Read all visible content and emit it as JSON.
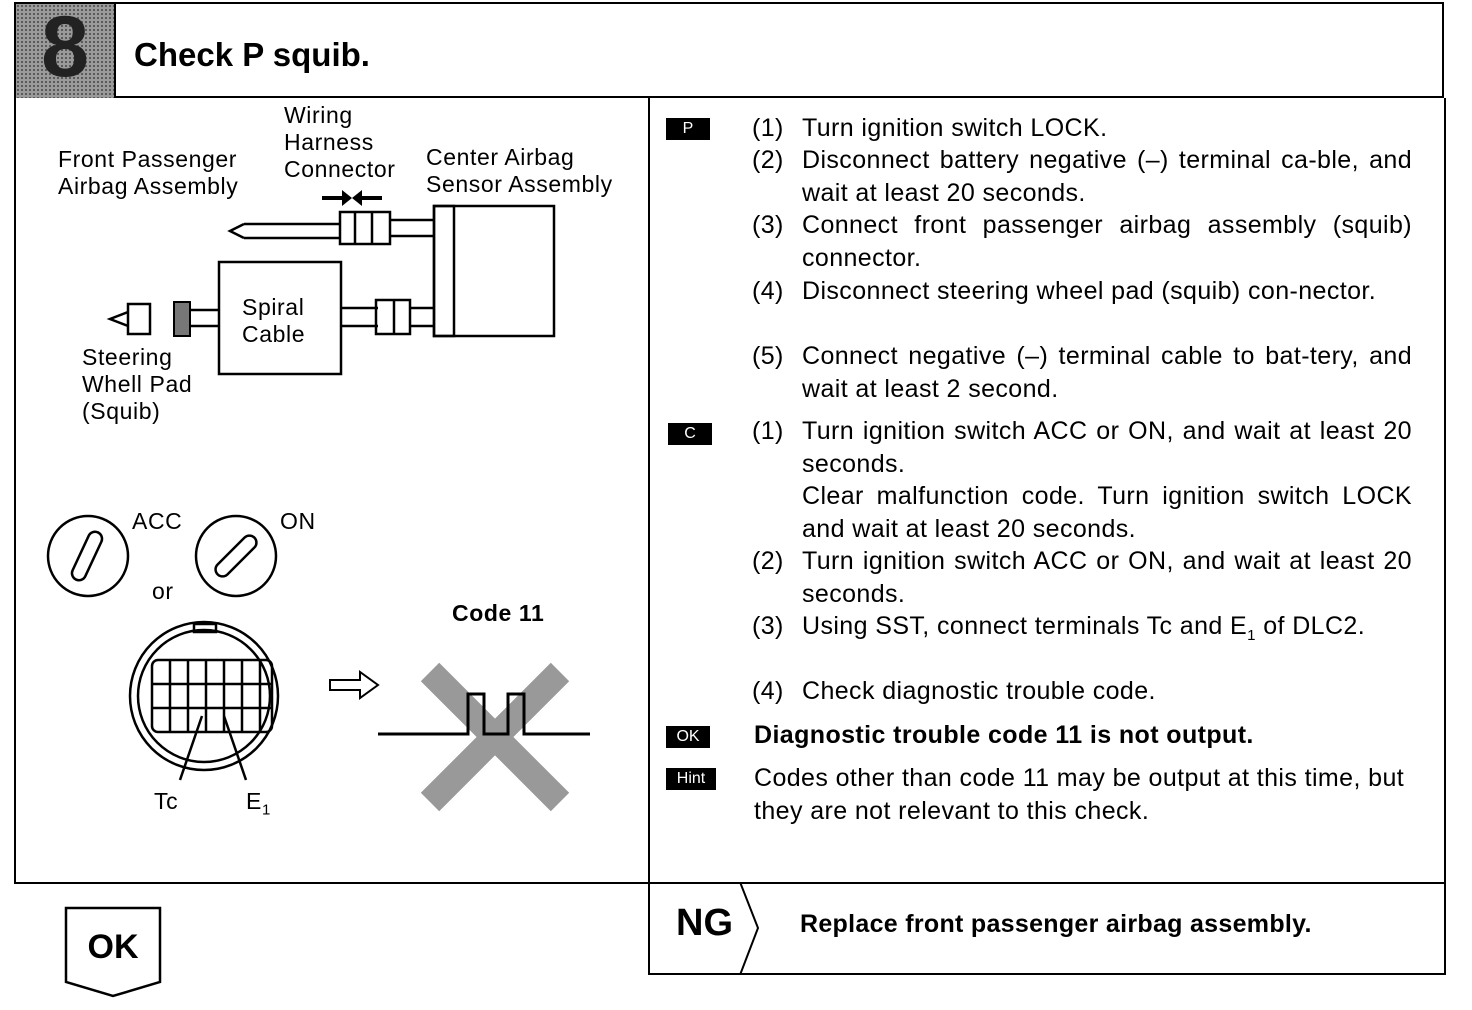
{
  "header": {
    "step_number": "8",
    "title": "Check P squib."
  },
  "diagram": {
    "label_front_passenger": [
      "Front Passenger",
      "Airbag Assembly"
    ],
    "label_wiring": [
      "Wiring",
      "Harness",
      "Connector"
    ],
    "label_center": [
      "Center Airbag",
      "Sensor Assembly"
    ],
    "label_spiral": [
      "Spiral",
      "Cable"
    ],
    "label_steering": [
      "Steering",
      "Whell Pad",
      "(Squib)"
    ],
    "label_acc": "ACC",
    "label_on": "ON",
    "label_or": "or",
    "label_code": "Code 11",
    "label_tc": "Tc",
    "label_e": "E",
    "label_e_sub": "1"
  },
  "procedure": {
    "p_badge": "P",
    "p_steps": [
      {
        "num": "(1)",
        "text": "Turn ignition switch LOCK."
      },
      {
        "num": "(2)",
        "text": "Disconnect battery negative (–) terminal ca-ble, and wait at least 20 seconds."
      },
      {
        "num": "(3)",
        "text": "Connect front passenger airbag assembly (squib) connector."
      },
      {
        "num": "(4)",
        "text": "Disconnect steering wheel pad (squib) con-nector."
      },
      {
        "num": "(5)",
        "text": "Connect negative (–) terminal cable to bat-tery, and wait at least 2 second."
      }
    ],
    "c_badge": "C",
    "c_steps": [
      {
        "num": "(1)",
        "text": "Turn ignition switch ACC or ON, and wait at least 20 seconds.",
        "extra": "Clear malfunction code. Turn ignition switch LOCK and wait at least 20 seconds."
      },
      {
        "num": "(2)",
        "text": "Turn ignition switch ACC or ON, and wait at least 20 seconds."
      },
      {
        "num": "(3)",
        "text_a": "Using SST, connect terminals Tc and E",
        "sub": "1",
        "text_b": " of DLC2."
      },
      {
        "num": "(4)",
        "text": "Check diagnostic trouble code."
      }
    ],
    "ok_badge": "OK",
    "ok_text": "Diagnostic trouble code 11 is not output.",
    "hint_badge": "Hint",
    "hint_text": "Codes other than code 11 may be output at this time, but they are not relevant to this check."
  },
  "footer": {
    "ok_label": "OK",
    "ng_label": "NG",
    "ng_text": "Replace front passenger airbag assembly."
  }
}
